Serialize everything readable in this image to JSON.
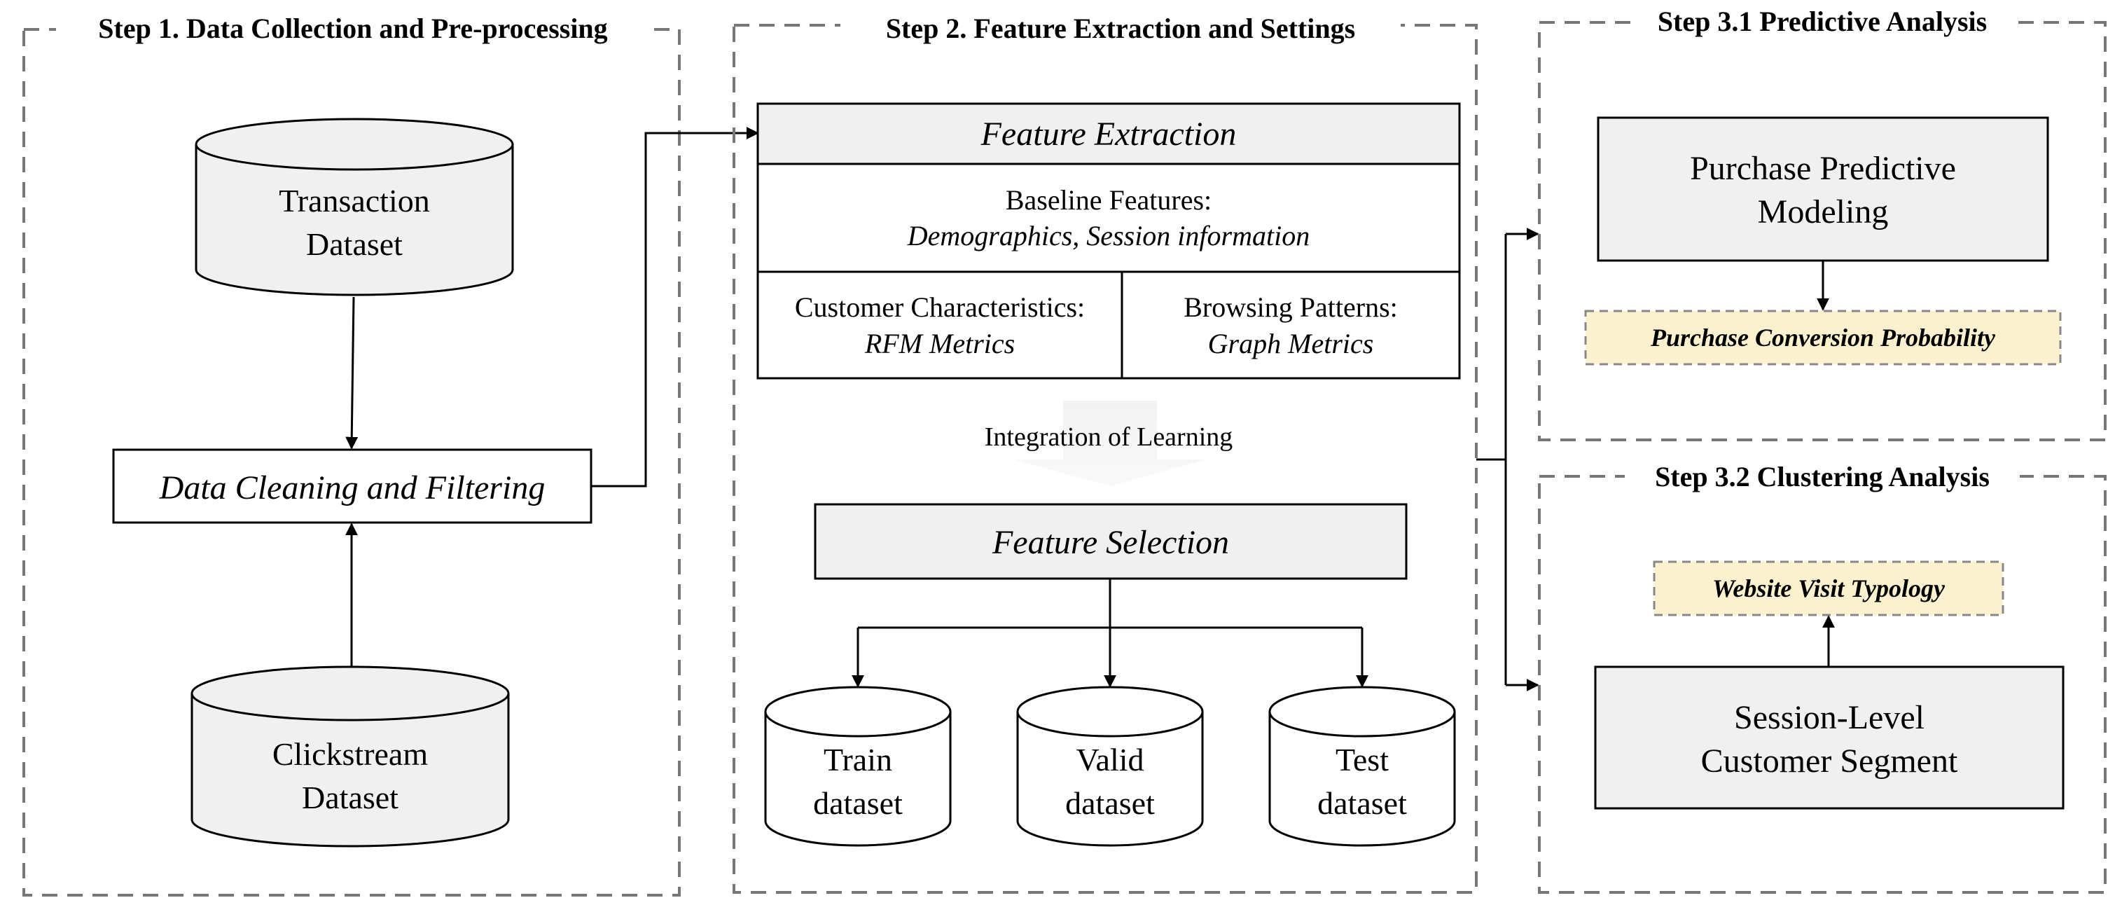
{
  "steps": {
    "step1_title": "Step 1. Data Collection and Pre-processing",
    "step2_title": "Step 2. Feature Extraction and Settings",
    "step31_title": "Step 3.1 Predictive Analysis",
    "step32_title": "Step 3.2 Clustering Analysis"
  },
  "step1": {
    "transaction_line1": "Transaction",
    "transaction_line2": "Dataset",
    "cleaning": "Data Cleaning and Filtering",
    "clickstream_line1": "Clickstream",
    "clickstream_line2": "Dataset"
  },
  "step2": {
    "feature_extraction": "Feature Extraction",
    "baseline_title": "Baseline Features:",
    "baseline_detail": "Demographics, Session information",
    "customer_title": "Customer Characteristics:",
    "customer_detail": "RFM Metrics",
    "browsing_title": "Browsing Patterns:",
    "browsing_detail": "Graph Metrics",
    "integration": "Integration of Learning",
    "feature_selection": "Feature Selection",
    "train_line1": "Train",
    "train_line2": "dataset",
    "valid_line1": "Valid",
    "valid_line2": "dataset",
    "test_line1": "Test",
    "test_line2": "dataset"
  },
  "step31": {
    "model_line1": "Purchase Predictive",
    "model_line2": "Modeling",
    "output": "Purchase Conversion Probability"
  },
  "step32": {
    "output": "Website Visit Typology",
    "segment_line1": "Session-Level",
    "segment_line2": "Customer Segment"
  },
  "colors": {
    "box_fill": "#f0f0f0",
    "highlight_fill": "#fcf1cf",
    "dashed_border": "#777777"
  }
}
